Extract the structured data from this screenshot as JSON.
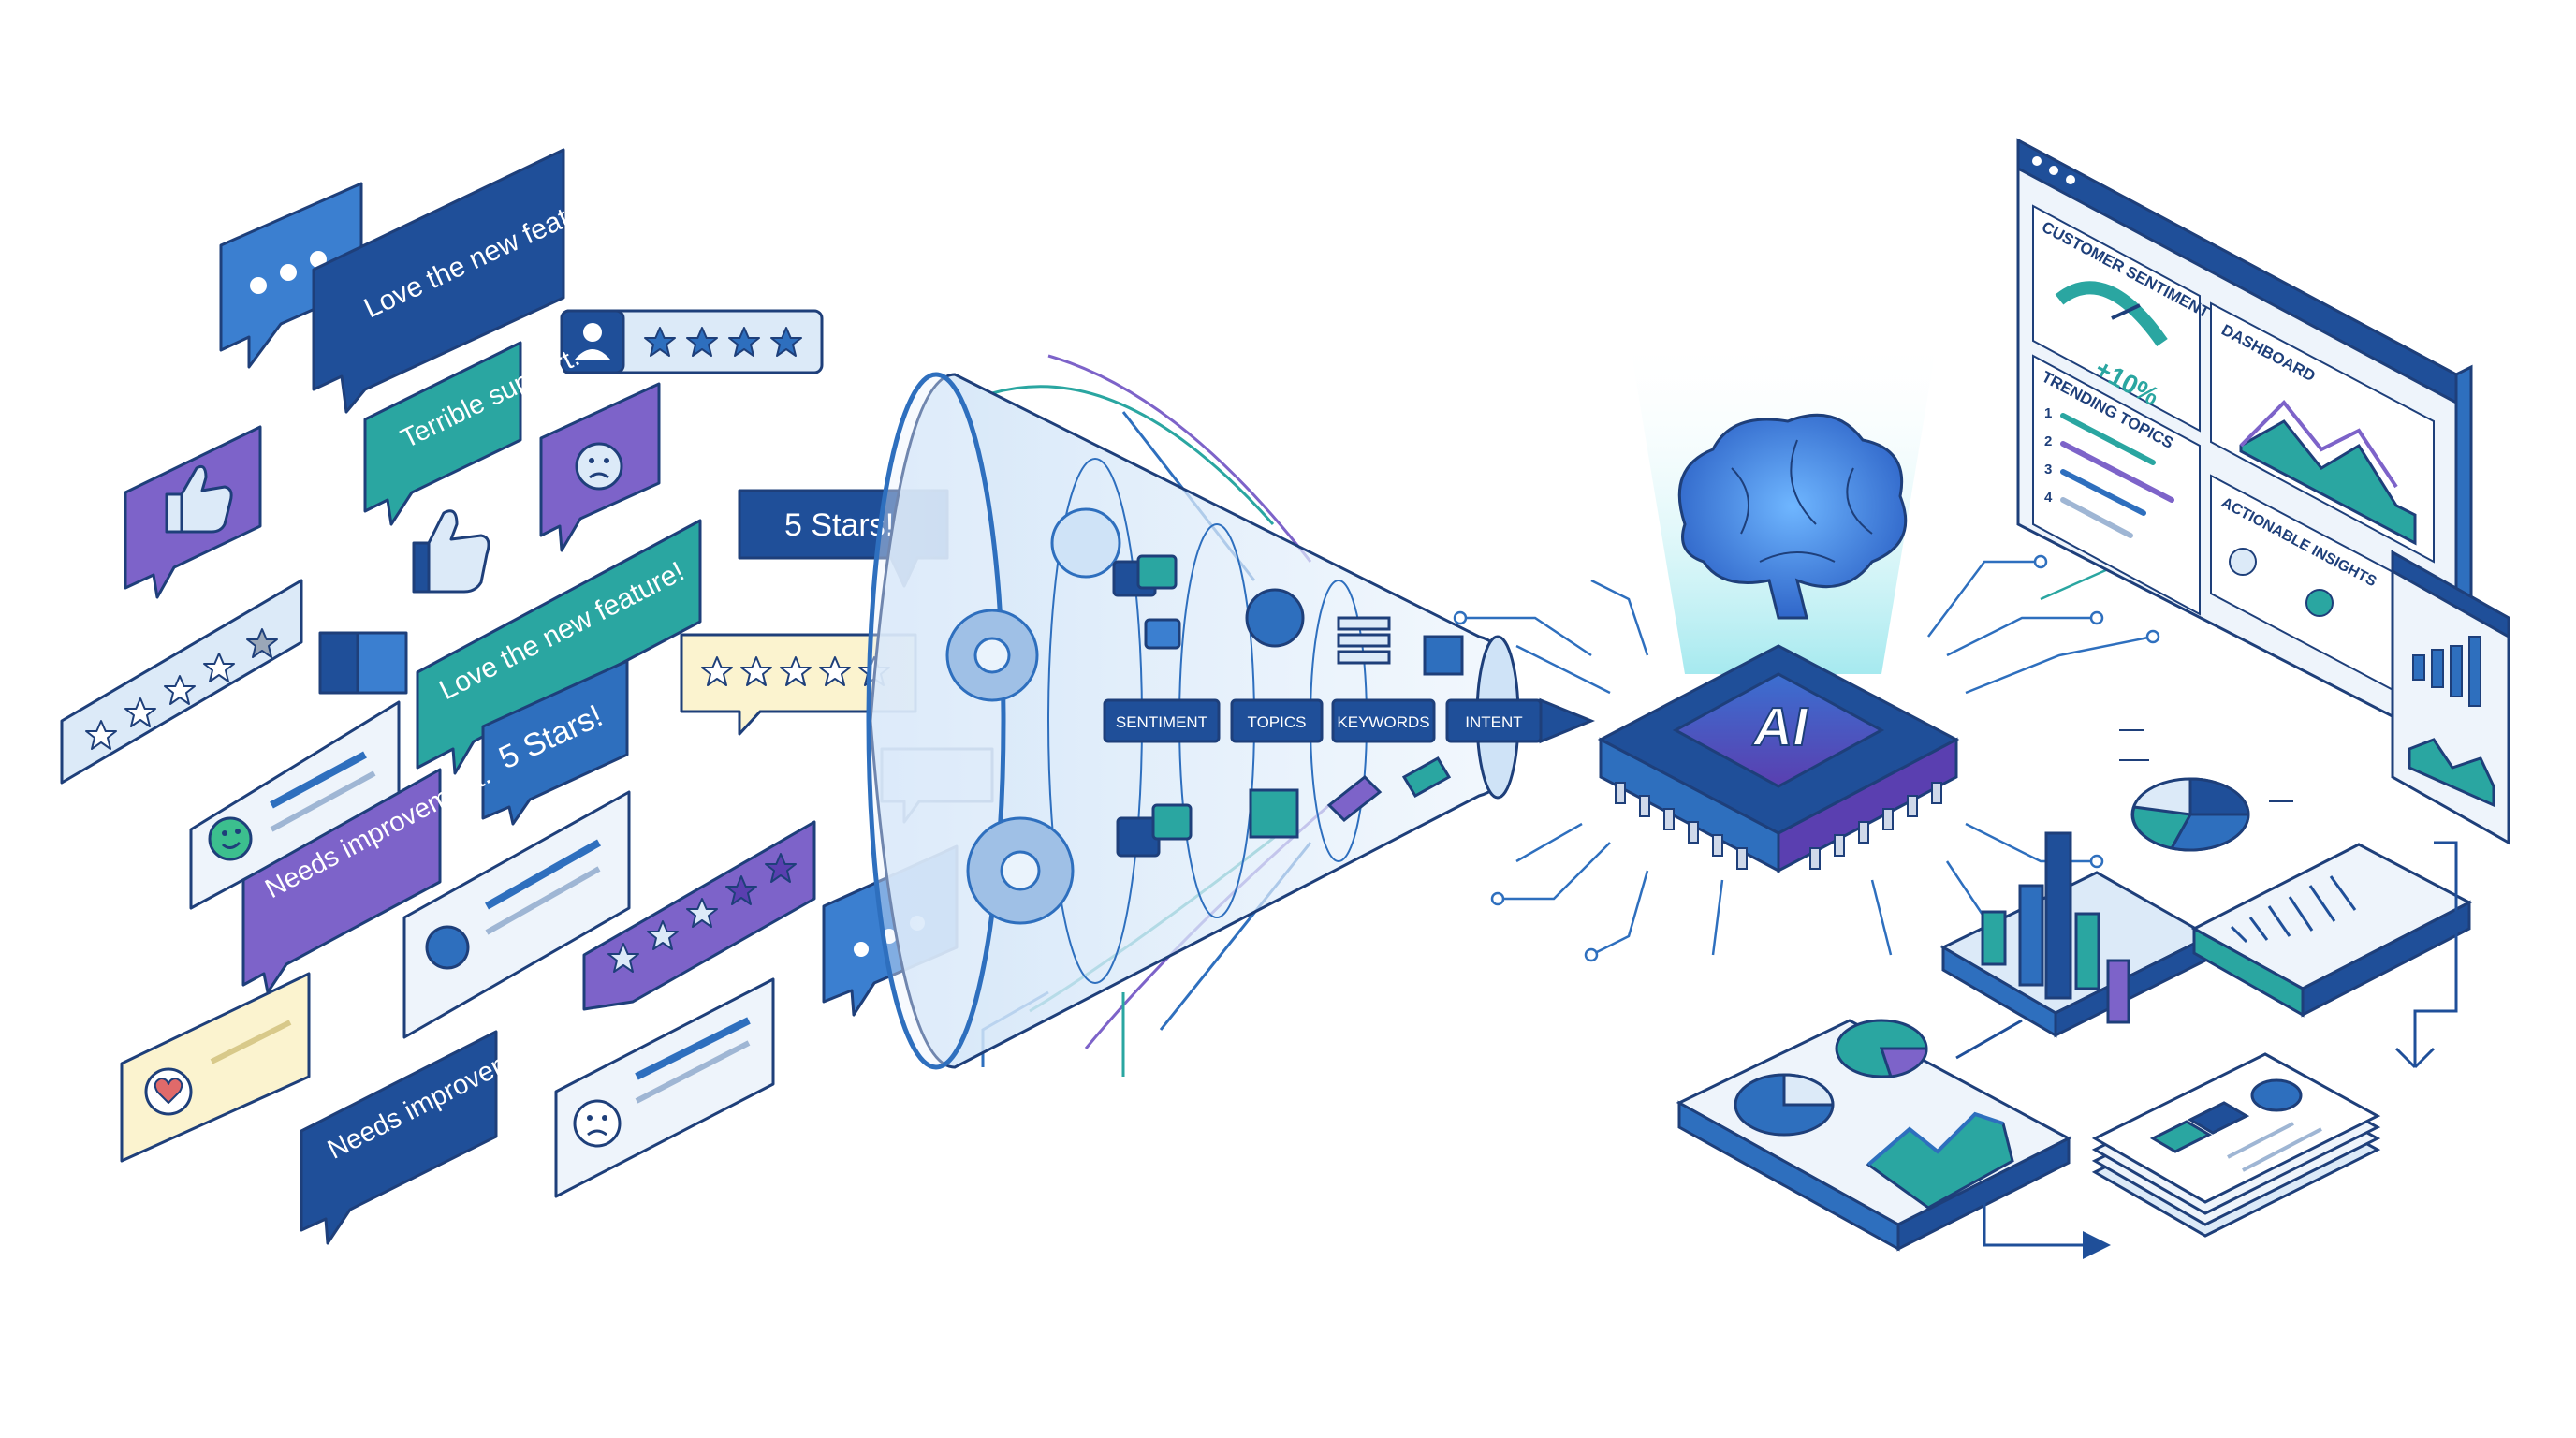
{
  "feedback": {
    "love_feature_1": "Love the new feature!",
    "terrible_support": "Terrible support.",
    "five_stars_1": "5 Stars!",
    "love_feature_2": "Love the new feature!",
    "five_stars_2": "5 Stars!",
    "needs_improvement_1": "Needs improvement.",
    "needs_improvement_2": "Needs improvement."
  },
  "funnel": {
    "labels": [
      "SENTIMENT",
      "TOPICS",
      "KEYWORDS",
      "INTENT"
    ]
  },
  "chip": {
    "label": "AI"
  },
  "dashboard": {
    "customer_sentiment_title": "CUSTOMER SENTIMENT",
    "sentiment_delta": "+10%",
    "dashboard_title": "DASHBOARD",
    "trending_topics_title": "TRENDING TOPICS",
    "trending_numbers": [
      "1",
      "2",
      "3",
      "4"
    ],
    "actionable_insights_title": "ACTIONABLE INSIGHTS"
  },
  "colors": {
    "navy": "#1f4f99",
    "blue": "#2e6fbe",
    "light_blue": "#dceaf8",
    "teal": "#2aa6a1",
    "green": "#3cbf8e",
    "purple": "#7d63c9",
    "cream": "#fbf3cf",
    "outline": "#1e3f7a"
  },
  "icons": [
    "ellipsis-icon",
    "thumbs-up-icon",
    "star-icon",
    "sad-face-icon",
    "happy-face-icon",
    "user-icon",
    "heart-icon",
    "gear-icon",
    "brain-icon",
    "gauge-icon",
    "chart-icon"
  ]
}
